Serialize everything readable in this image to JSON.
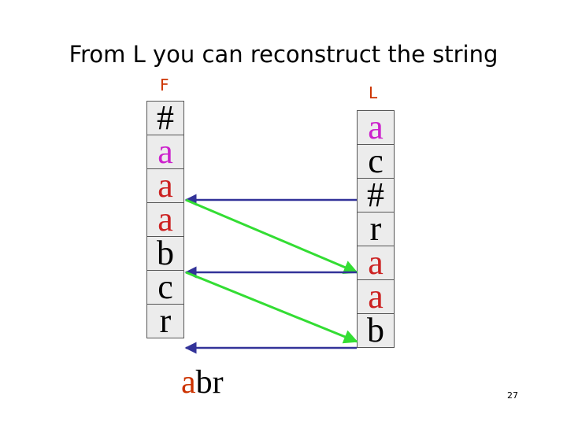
{
  "title": "From L you can reconstruct the string",
  "columns": {
    "f_header": "F",
    "l_header": "L",
    "f_cells": [
      {
        "char": "#",
        "color": "#000000"
      },
      {
        "char": "a",
        "color": "#cc22cc"
      },
      {
        "char": "a",
        "color": "#cc2222"
      },
      {
        "char": "a",
        "color": "#cc2222"
      },
      {
        "char": "b",
        "color": "#000000"
      },
      {
        "char": "c",
        "color": "#000000"
      },
      {
        "char": "r",
        "color": "#000000"
      }
    ],
    "l_cells": [
      {
        "char": "a",
        "color": "#cc22cc"
      },
      {
        "char": "c",
        "color": "#000000"
      },
      {
        "char": "#",
        "color": "#000000"
      },
      {
        "char": "r",
        "color": "#000000"
      },
      {
        "char": "a",
        "color": "#cc2222"
      },
      {
        "char": "a",
        "color": "#cc2222"
      },
      {
        "char": "b",
        "color": "#000000"
      }
    ]
  },
  "result": {
    "first": "a",
    "rest": "br"
  },
  "page_number": "27",
  "colors": {
    "header": "#cc3300",
    "cell_bg": "#ececec",
    "arrow_blue": "#333399",
    "arrow_green": "#33dd33",
    "result_a": "#cc3300"
  }
}
